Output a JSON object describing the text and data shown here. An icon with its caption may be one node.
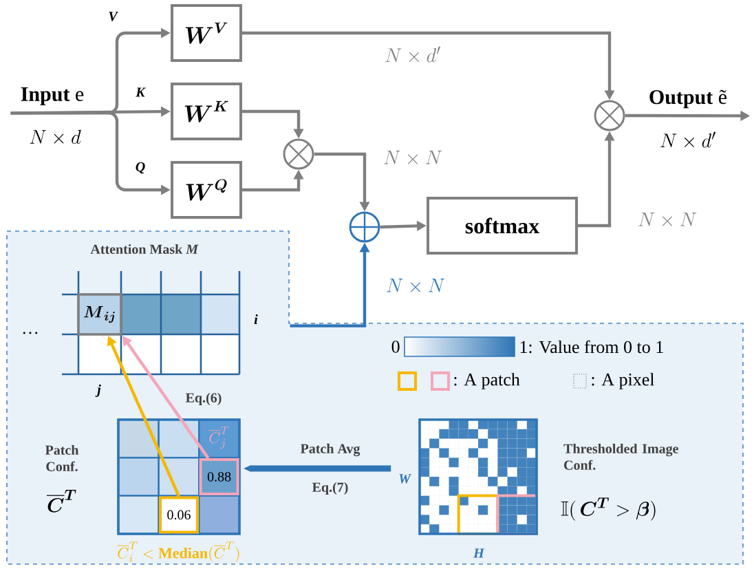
{
  "diagram": {
    "nodes": [
      {
        "text": [
          "\\boldsymbol{W}^{\\boldsymbol{V}}"
        ]
      },
      {
        "text": [
          "\\boldsymbol{W}^{\\boldsymbol{K}}"
        ]
      },
      {
        "text": [
          "\\boldsymbol{W}^{\\boldsymbol{Q}}"
        ]
      },
      {
        "text": [],
        "shape": "circle"
      },
      {
        "text": [],
        "shape": "circle"
      },
      {
        "text": [
          "softmax"
        ]
      },
      {
        "text": [],
        "shape": "circle"
      },
      {
        "text": [
          "Attention Mask *M*"
        ]
      },
      {
        "text": [
          "\\boldsymbol{M}_{\\boldsymbol{ij}}"
        ],
        "in": 7
      },
      {
        "text": [],
        "shape": "box",
        "in": 7,
        "beside": [
          "Patch Conf.",
          "\\overline{\\boldsymbol{C}}^{\\boldsymbol{T}}"
        ]
      },
      {
        "text": [
          "0.88"
        ],
        "in": 9,
        "beside": [
          "\\overline{C}^{T}_{j}"
        ]
      },
      {
        "text": [
          "0.06"
        ],
        "in": 9,
        "beside": [
          "\\overline{C}^{T}_{i} < \\mathbf{Median}(\\overline{C}^{T})"
        ]
      },
      {
        "text": [],
        "shape": "box",
        "in": 7,
        "beside": [
          "Thresholded Image Conf.",
          "\\mathbb{I}(\\,\\boldsymbol{C}^{\\boldsymbol{T}} > \\boldsymbol{\\beta})"
        ]
      },
      {
        "text": [
          "**Input** e"
        ],
        "beside": [
          "N\\times d"
        ]
      },
      {
        "text": [
          "**Output** ẽ"
        ],
        "beside": [
          "N\\times d'"
        ]
      }
    ],
    "edges": [
      {
        "from": 13,
        "to": 0,
        "arrow": "to",
        "label": "V"
      },
      {
        "from": 13,
        "to": 1,
        "arrow": "to",
        "label": "K"
      },
      {
        "from": 13,
        "to": 2,
        "arrow": "to",
        "label": "Q"
      },
      {
        "from": 1,
        "to": 3,
        "arrow": "to"
      },
      {
        "from": 2,
        "to": 3,
        "arrow": "to"
      },
      {
        "from": 0,
        "to": 6,
        "arrow": "to",
        "label": "N\\times d'"
      },
      {
        "from": 3,
        "to": 4,
        "arrow": "to",
        "label": "N\\times N"
      },
      {
        "from": 4,
        "to": 5,
        "arrow": "to"
      },
      {
        "from": 5,
        "to": 6,
        "arrow": "to",
        "label": "N\\times N"
      },
      {
        "from": 6,
        "to": 14,
        "arrow": "to"
      },
      {
        "from": 7,
        "to": 4,
        "arrow": "to",
        "label": "N\\times N",
        "color": "#2e75b6"
      },
      {
        "from": 12,
        "to": 9,
        "arrow": "to",
        "label": "Patch Avg",
        "color": "#2e75b6",
        "style": "thick"
      },
      {
        "from": 11,
        "to": 8,
        "arrow": "to",
        "color": "#f5b800"
      },
      {
        "from": 10,
        "to": 8,
        "arrow": "to",
        "color": "#f4a6b8"
      }
    ],
    "labels": [
      "…",
      "i",
      "j",
      "Eq.(6)",
      "Eq.(7)",
      "0",
      "W",
      "H"
    ],
    "legend": [
      {
        "text": "1: Value from 0 to 1"
      },
      {
        "text": ": A patch"
      },
      {
        "text": ": A pixel"
      }
    ]
  }
}
